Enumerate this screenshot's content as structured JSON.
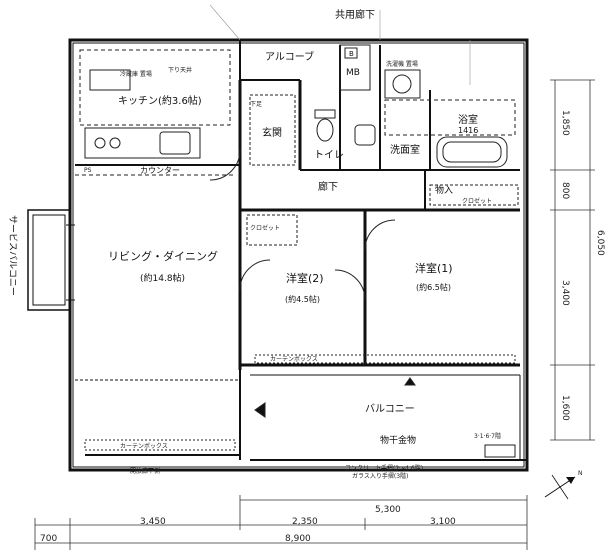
{
  "labels": {
    "common_corridor": "共用廊下",
    "alcove": "アルコーブ",
    "mb": "MB",
    "mb_b": "B",
    "ps": "PS",
    "kitchen": "キッチン(約3.6帖)",
    "fridge": "冷蔵庫\n置場",
    "genkan": "玄関",
    "toilet": "トイレ",
    "senmen": "洗面室",
    "bath": "浴室",
    "bath_size": "1416",
    "washer": "洗濯機\n置場",
    "rouka": "廊下",
    "monoire": "物入",
    "closet": "クロゼット",
    "closet2": "クロゼット",
    "counter": "カウンター",
    "living": "リビング・ダイニング",
    "living_size": "(約14.8帖)",
    "youshitsu2": "洋室(2)",
    "youshitsu2_size": "(約4.5帖)",
    "youshitsu1": "洋室(1)",
    "youshitsu1_size": "(約6.5帖)",
    "balcony": "バルコニー",
    "service_balcony": "サービスバルコニー",
    "monohoshi": "物干金物",
    "railing_note1": "コンクリート手摺(2～4.6階)",
    "railing_note2": "ガラス入り手摺(3階)",
    "outdoor_unit": "3·1·6·7階",
    "opening_rail": "開放廊下側",
    "curtain_box": "カーテンボックス",
    "curtain_box2": "カーテンボックス",
    "shoe": "下足",
    "sagari": "下り天井",
    "north": "N"
  },
  "dims_bottom_top": [
    "5,300"
  ],
  "dims_bottom_mid": [
    "3,450",
    "2,350",
    "3,100"
  ],
  "dims_bottom_total": [
    "700",
    "8,900"
  ],
  "dims_right": [
    "1,850",
    "800",
    "3,400",
    "1,600",
    "6,050"
  ]
}
